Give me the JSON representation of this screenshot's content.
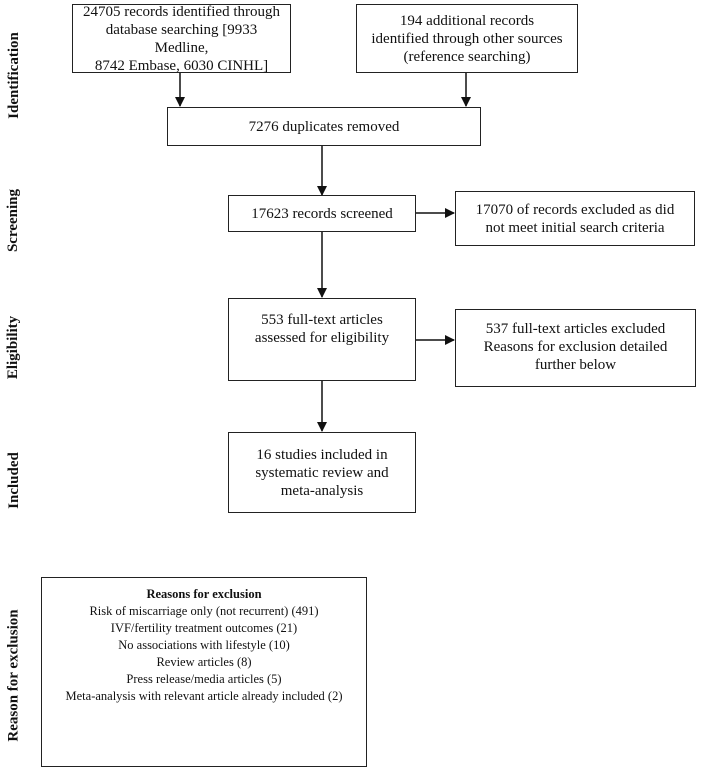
{
  "stages": {
    "identification": "Identification",
    "screening": "Screening",
    "eligibility": "Eligibility",
    "included": "Included",
    "reason": "Reason for exclusion"
  },
  "boxes": {
    "db_records": "24705 records identified through\ndatabase searching [9933 Medline,\n8742 Embase, 6030 CINHL]",
    "other_records": "194 additional records\nidentified through other sources\n(reference searching)",
    "duplicates": "7276 duplicates removed",
    "screened": "17623 records screened",
    "screen_excluded": "17070 of records excluded as did\nnot meet initial search criteria",
    "fulltext": "553 full-text articles\nassessed for eligibility",
    "fulltext_excluded": "537 full-text articles excluded\nReasons for exclusion detailed\nfurther below",
    "included": "16 studies included in\nsystematic review and\nmeta-analysis"
  },
  "reasons": {
    "title": "Reasons for exclusion",
    "items": [
      "Risk of miscarriage only (not recurrent) (491)",
      "IVF/fertility treatment outcomes (21)",
      "No associations with lifestyle (10)",
      "Review articles (8)",
      "Press release/media articles (5)",
      "Meta-analysis with relevant article already included (2)"
    ]
  }
}
